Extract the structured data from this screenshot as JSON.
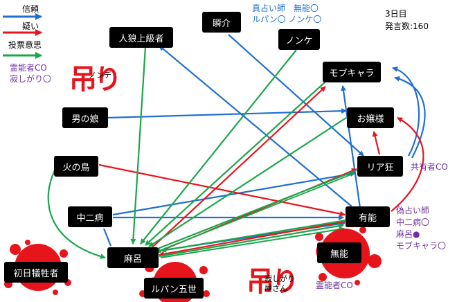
{
  "legend": {
    "trust": "信頼",
    "doubt": "疑い",
    "vote": "投票意思"
  },
  "colors": {
    "trust": "#1f6fd1",
    "doubt": "#e8141b",
    "vote": "#1aa64a",
    "node_bg": "#000000",
    "note_purple": "#7030a0",
    "note_blue": "#1f6fd1",
    "blood": "#e8141b"
  },
  "status": {
    "day": "3日目",
    "posts": "発言数:160"
  },
  "notes": {
    "left_roles": [
      "霊能者CO",
      "寂しがり〇"
    ],
    "top_results": [
      "真占い師　無能〇",
      "ルパン〇 ノンケ〇"
    ],
    "shared": "共有者CO",
    "fake_seer": [
      "偽占い師",
      "中二病〇",
      "麻呂●",
      "モブキャラ〇"
    ],
    "medium_bottom": "霊能者CO"
  },
  "executed": {
    "label": "吊り",
    "under_left": "ノンデ",
    "under_bottom": [
      "寂しがり",
      "屋さん"
    ]
  },
  "nodes": {
    "jinro": "人狼上級者",
    "shunsuke": "瞬介",
    "nonke": "ノンケ",
    "mob": "モブキャラ",
    "otokonoko": "男の娘",
    "ojou": "お嬢様",
    "hinotori": "火の鳥",
    "riakyo": "リア狂",
    "chuuni": "中二病",
    "yuunou": "有能",
    "maro": "麻呂",
    "shonichi": "初日犠牲者",
    "lupin": "ルパン五世",
    "munou": "無能"
  }
}
